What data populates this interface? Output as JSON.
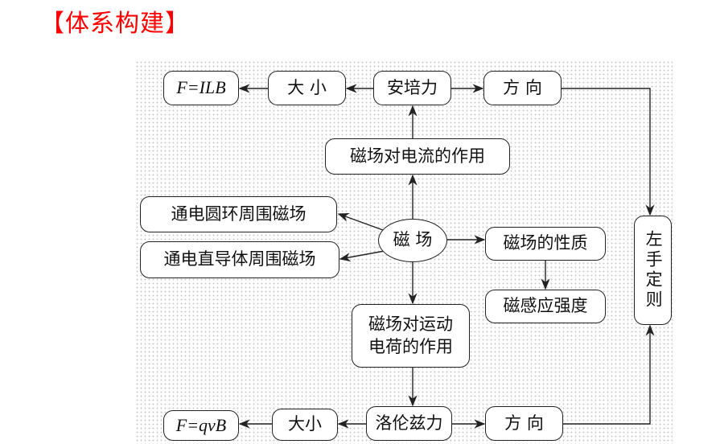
{
  "title": "【体系构建】",
  "nodes": {
    "f_ilb": "F=ILB",
    "size_top": "大 小",
    "ampere_force": "安培力",
    "direction_top": "方 向",
    "field_on_current": "磁场对电流的作用",
    "ring_field": "通电圆环周围磁场",
    "straight_field": "通电直导体周围磁场",
    "magnetic_field": "磁 场",
    "field_property": "磁场的性质",
    "induction": "磁感应强度",
    "left_hand_rule": "左手定则",
    "field_on_charge": "磁场对运动电荷的作用",
    "f_qvb": "F=qvB",
    "size_bottom": "大小",
    "lorentz_force": "洛伦兹力",
    "direction_bottom": "方 向"
  }
}
